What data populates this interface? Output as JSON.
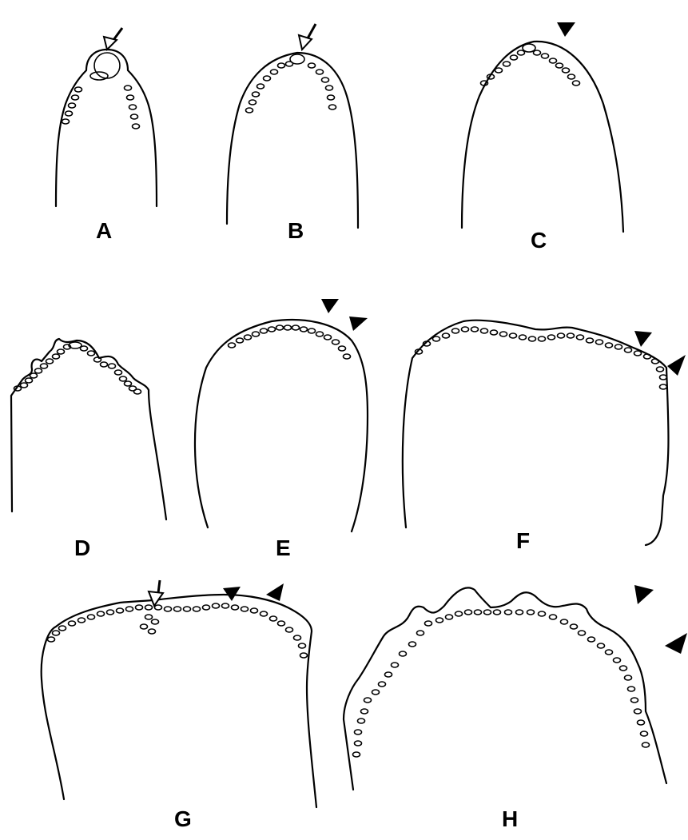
{
  "panels": [
    {
      "id": "A",
      "label": "A",
      "markers": [
        "open-arrow"
      ]
    },
    {
      "id": "B",
      "label": "B",
      "markers": [
        "open-arrow"
      ]
    },
    {
      "id": "C",
      "label": "C",
      "markers": [
        "arrowhead"
      ]
    },
    {
      "id": "D",
      "label": "D",
      "markers": []
    },
    {
      "id": "E",
      "label": "E",
      "markers": [
        "arrowhead",
        "arrowhead"
      ]
    },
    {
      "id": "F",
      "label": "F",
      "markers": [
        "arrowhead",
        "arrowhead"
      ]
    },
    {
      "id": "G",
      "label": "G",
      "markers": [
        "open-arrow",
        "arrowhead",
        "arrowhead"
      ]
    },
    {
      "id": "H",
      "label": "H",
      "markers": [
        "arrowhead",
        "arrowhead"
      ]
    }
  ],
  "colors": {
    "line": "#000000",
    "background": "#ffffff"
  }
}
